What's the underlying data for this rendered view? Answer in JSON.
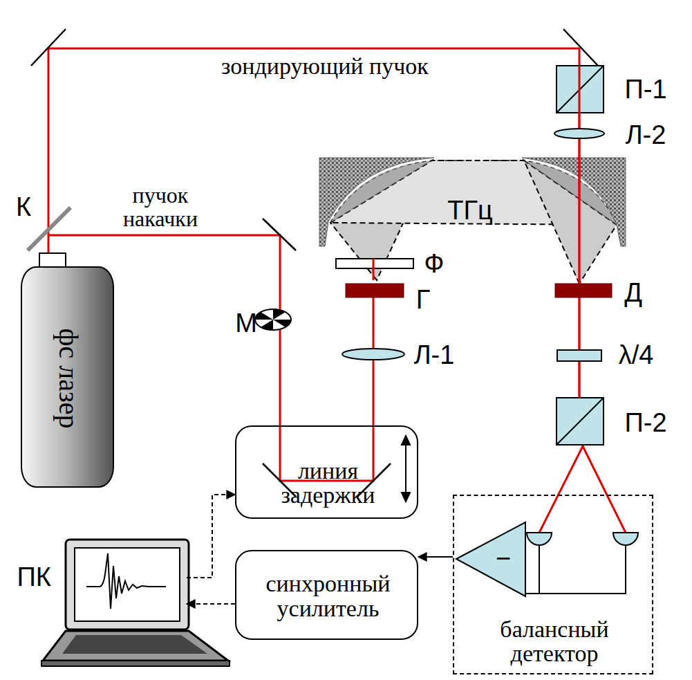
{
  "diagram": {
    "nodes": [
      {
        "text": [
          "фс лазер"
        ]
      },
      {
        "text": [
          "линия задержки"
        ]
      },
      {
        "text": [
          "синхронный усилитель"
        ]
      },
      {
        "text": [
          "балансный детектор"
        ]
      },
      {
        "text": [
          "ПК"
        ]
      }
    ],
    "edges": [
      {
        "from": 2,
        "to": 4,
        "arrow": "to"
      },
      {
        "from": 4,
        "to": 1,
        "arrow": "to"
      },
      {
        "from": 3,
        "to": 2,
        "arrow": "to"
      }
    ],
    "labels": [
      "зондирующий пучок",
      "пучок накачки",
      "К",
      "М",
      "ТГц",
      "Ф",
      "Г",
      "Л-1",
      "Д",
      "λ/4",
      "П-1",
      "Л-2",
      "П-2",
      "−"
    ]
  }
}
